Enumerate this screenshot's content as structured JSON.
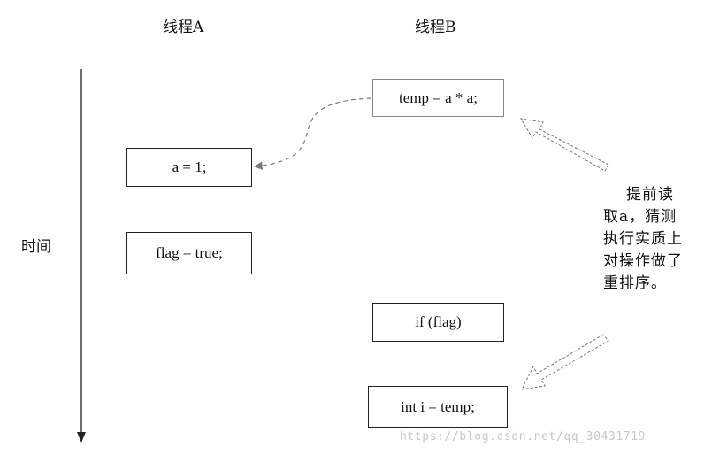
{
  "headers": {
    "thread_a": "线程A",
    "thread_b": "线程B"
  },
  "time_axis": {
    "label": "时间"
  },
  "thread_a_boxes": [
    {
      "code": "a = 1;"
    },
    {
      "code": "flag = true;"
    }
  ],
  "thread_b_boxes": [
    {
      "code": "temp = a * a;"
    },
    {
      "code": "if (flag)"
    },
    {
      "code": "int i = temp;"
    }
  ],
  "annotation": {
    "text": "提前读取a，猜测执行实质上对操作做了重排序。"
  },
  "watermark": {
    "text": "https://blog.csdn.net/qq_30431719"
  },
  "colors": {
    "line": "#222222",
    "dashed_arrow": "#777777",
    "watermark": "#c8c8c8"
  }
}
